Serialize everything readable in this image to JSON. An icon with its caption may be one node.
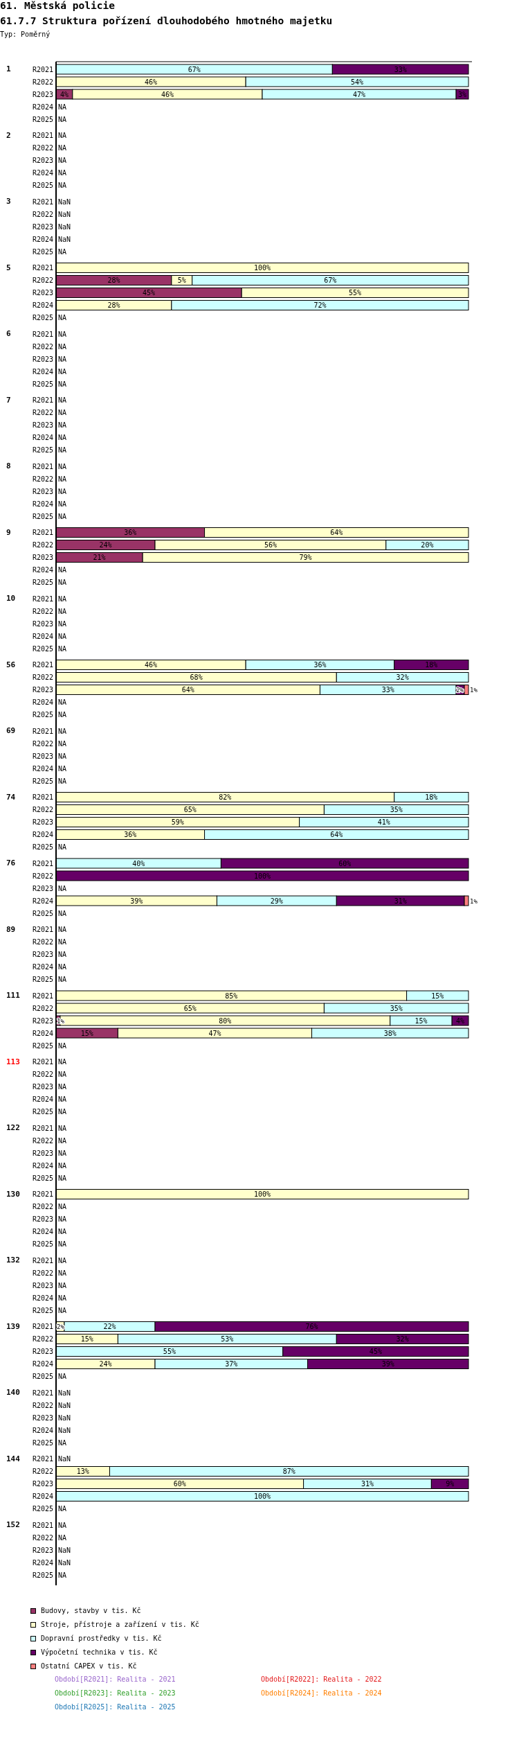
{
  "diagram": {
    "title": "61. Městská policie",
    "labels": [
      "Typ: Poměrný",
      "1",
      "2",
      "3",
      "5",
      "6",
      "7",
      "8",
      "9",
      "10",
      "56",
      "69",
      "74",
      "76",
      "89",
      "111",
      "113",
      "122",
      "130",
      "132",
      "139",
      "140",
      "144",
      "152",
      "Období[R2021]: Realita - 2021",
      "Období[R2022]: Realita - 2022",
      "Období[R2023]: Realita - 2023",
      "Období[R2024]: Realita - 2024",
      "Období[R2025]: Realita - 2025"
    ],
    "legend": [
      {
        "text": "Budovy, stavby v tis. Kč",
        "color": "#993366"
      },
      {
        "text": "Stroje, přístroje a zařízení v tis. Kč",
        "color": "#ffffcc"
      },
      {
        "text": "Dopravní prostředky v tis. Kč",
        "color": "#ccffff"
      },
      {
        "text": "Výpočetní technika v tis. Kč",
        "color": "#660066"
      },
      {
        "text": "Ostatní CAPEX v tis. Kč",
        "color": "#ff8080"
      }
    ],
    "chart_data": {
      "type": "bar",
      "orientation": "horizontal",
      "stacked": true,
      "title": "61.7.7 Struktura pořízení dlouhodobého hmotného majetku",
      "categories": [
        "R2021",
        "R2022",
        "R2023",
        "R2024",
        "R2025",
        "R2021",
        "R2022",
        "R2023",
        "R2024",
        "R2025",
        "R2021",
        "R2022",
        "R2023",
        "R2024",
        "R2025",
        "R2021",
        "R2022",
        "R2023",
        "R2024",
        "R2025",
        "R2021",
        "R2022",
        "R2023",
        "R2024",
        "R2025",
        "R2021",
        "R2022",
        "R2023",
        "R2024",
        "R2025",
        "R2021",
        "R2022",
        "R2023",
        "R2024",
        "R2025",
        "R2021",
        "R2022",
        "R2023",
        "R2024",
        "R2025",
        "R2021",
        "R2022",
        "R2023",
        "R2024",
        "R2025",
        "R2021",
        "R2022",
        "R2023",
        "R2024",
        "R2025",
        "R2021",
        "R2022",
        "R2023",
        "R2024",
        "R2025",
        "R2021",
        "R2022",
        "R2023",
        "R2024",
        "R2025",
        "R2021",
        "R2022",
        "R2023",
        "R2024",
        "R2025",
        "R2021",
        "R2022",
        "R2023",
        "R2024",
        "R2025",
        "R2021",
        "R2022",
        "R2023",
        "R2024",
        "R2025",
        "R2021",
        "R2022",
        "R2023",
        "R2024",
        "R2025",
        "R2021",
        "R2022",
        "R2023",
        "R2024",
        "R2025",
        "R2021",
        "R2022",
        "R2023",
        "R2024",
        "R2025",
        "R2021",
        "R2022",
        "R2023",
        "R2024",
        "R2025",
        "R2021",
        "R2022",
        "R2023",
        "R2024",
        "R2025",
        "R2021",
        "R2022",
        "R2023",
        "R2024",
        "R2025",
        "R2021",
        "R2022",
        "R2023",
        "R2024",
        "R2025",
        "R2021",
        "R2022",
        "R2023",
        "R2024",
        "R2025"
      ],
      "series": [
        {
          "color": "#993366",
          "values": [
            null,
            null,
            4,
            null,
            null,
            null,
            null,
            null,
            null,
            null,
            null,
            null,
            null,
            null,
            null,
            null,
            28,
            45,
            null,
            null,
            null,
            null,
            null,
            null,
            null,
            null,
            null,
            null,
            null,
            null,
            null,
            null,
            null,
            null,
            null,
            36,
            24,
            21,
            null,
            null,
            null,
            null,
            null,
            null,
            null,
            null,
            null,
            null,
            null,
            null,
            null,
            null,
            null,
            null,
            null,
            null,
            null,
            null,
            null,
            null,
            null,
            null,
            null,
            null,
            null,
            null,
            null,
            null,
            null,
            null,
            null,
            null,
            1,
            15,
            null,
            null,
            null,
            null,
            null,
            null,
            null,
            null,
            null,
            null,
            null,
            null,
            null,
            null,
            null,
            null,
            null,
            null,
            null,
            null,
            null,
            null,
            null,
            null,
            null,
            null,
            null,
            null,
            null,
            null,
            null,
            null,
            null,
            null,
            null,
            null,
            null,
            null,
            null,
            null,
            null
          ],
          "value_labels": [
            null,
            null,
            "4%",
            null,
            null,
            null,
            null,
            null,
            null,
            null,
            null,
            null,
            null,
            null,
            null,
            null,
            "28%",
            "45%",
            null,
            null,
            null,
            null,
            null,
            null,
            null,
            null,
            null,
            null,
            null,
            null,
            null,
            null,
            null,
            null,
            null,
            "36%",
            "24%",
            "21%",
            null,
            null,
            null,
            null,
            null,
            null,
            null,
            null,
            null,
            null,
            null,
            null,
            null,
            null,
            null,
            null,
            null,
            null,
            null,
            null,
            null,
            null,
            null,
            null,
            null,
            null,
            null,
            null,
            null,
            null,
            null,
            null,
            null,
            null,
            "1%",
            "15%",
            null,
            null,
            null,
            null,
            null,
            null,
            null,
            null,
            null,
            null,
            null,
            null,
            null,
            null,
            null,
            null,
            null,
            null,
            null,
            null,
            null,
            null,
            null,
            null,
            null,
            null,
            null,
            null,
            null,
            null,
            null,
            null,
            null,
            null,
            null,
            null,
            null,
            null,
            null,
            null,
            null
          ]
        },
        {
          "color": "#ffffcc",
          "values": [
            null,
            46,
            46,
            null,
            null,
            null,
            null,
            null,
            null,
            null,
            null,
            null,
            null,
            null,
            null,
            100,
            5,
            55,
            28,
            null,
            null,
            null,
            null,
            null,
            null,
            null,
            null,
            null,
            null,
            null,
            null,
            null,
            null,
            null,
            null,
            64,
            56,
            79,
            null,
            null,
            null,
            null,
            null,
            null,
            null,
            46,
            68,
            64,
            null,
            null,
            null,
            null,
            null,
            null,
            null,
            82,
            65,
            59,
            36,
            null,
            null,
            null,
            null,
            39,
            null,
            null,
            null,
            null,
            null,
            null,
            85,
            65,
            80,
            47,
            null,
            null,
            null,
            null,
            null,
            null,
            null,
            null,
            null,
            null,
            null,
            100,
            null,
            null,
            null,
            null,
            null,
            null,
            null,
            null,
            null,
            2,
            15,
            null,
            24,
            null,
            null,
            null,
            null,
            null,
            null,
            null,
            13,
            60,
            null,
            null,
            null,
            null,
            null,
            null,
            null
          ],
          "value_labels": [
            null,
            "46%",
            "46%",
            null,
            null,
            null,
            null,
            null,
            null,
            null,
            null,
            null,
            null,
            null,
            null,
            "100%",
            "5%",
            "55%",
            "28%",
            null,
            null,
            null,
            null,
            null,
            null,
            null,
            null,
            null,
            null,
            null,
            null,
            null,
            null,
            null,
            null,
            "64%",
            "56%",
            "79%",
            null,
            null,
            null,
            null,
            null,
            null,
            null,
            "46%",
            "68%",
            "64%",
            null,
            null,
            null,
            null,
            null,
            null,
            null,
            "82%",
            "65%",
            "59%",
            "36%",
            null,
            null,
            null,
            null,
            "39%",
            null,
            null,
            null,
            null,
            null,
            null,
            "85%",
            "65%",
            "80%",
            "47%",
            null,
            null,
            null,
            null,
            null,
            null,
            null,
            null,
            null,
            null,
            null,
            "100%",
            null,
            null,
            null,
            null,
            null,
            null,
            null,
            null,
            null,
            "2%",
            "15%",
            null,
            "24%",
            null,
            null,
            null,
            null,
            null,
            null,
            null,
            "13%",
            "60%",
            null,
            null,
            null,
            null,
            null,
            null,
            null
          ]
        },
        {
          "color": "#ccffff",
          "values": [
            67,
            54,
            47,
            null,
            null,
            null,
            null,
            null,
            null,
            null,
            null,
            null,
            null,
            null,
            null,
            null,
            67,
            null,
            72,
            null,
            null,
            null,
            null,
            null,
            null,
            null,
            null,
            null,
            null,
            null,
            null,
            null,
            null,
            null,
            null,
            null,
            20,
            null,
            null,
            null,
            null,
            null,
            null,
            null,
            null,
            36,
            32,
            33,
            null,
            null,
            null,
            null,
            null,
            null,
            null,
            18,
            35,
            41,
            64,
            null,
            40,
            null,
            null,
            29,
            null,
            null,
            null,
            null,
            null,
            null,
            15,
            35,
            15,
            38,
            null,
            null,
            null,
            null,
            null,
            null,
            null,
            null,
            null,
            null,
            null,
            null,
            null,
            null,
            null,
            null,
            null,
            null,
            null,
            null,
            null,
            22,
            53,
            55,
            37,
            null,
            null,
            null,
            null,
            null,
            null,
            null,
            87,
            31,
            100,
            null,
            null,
            null,
            null,
            null,
            null
          ],
          "value_labels": [
            "67%",
            "54%",
            "47%",
            null,
            null,
            null,
            null,
            null,
            null,
            null,
            null,
            null,
            null,
            null,
            null,
            null,
            "67%",
            null,
            "72%",
            null,
            null,
            null,
            null,
            null,
            null,
            null,
            null,
            null,
            null,
            null,
            null,
            null,
            null,
            null,
            null,
            null,
            "20%",
            null,
            null,
            null,
            null,
            null,
            null,
            null,
            null,
            "36%",
            "32%",
            "33%",
            null,
            null,
            null,
            null,
            null,
            null,
            null,
            "18%",
            "35%",
            "41%",
            "64%",
            null,
            "40%",
            null,
            null,
            "29%",
            null,
            null,
            null,
            null,
            null,
            null,
            "15%",
            "35%",
            "15%",
            "38%",
            null,
            null,
            null,
            null,
            null,
            null,
            null,
            null,
            null,
            null,
            null,
            null,
            null,
            null,
            null,
            null,
            null,
            null,
            null,
            null,
            null,
            "22%",
            "53%",
            "55%",
            "37%",
            null,
            null,
            null,
            null,
            null,
            null,
            null,
            "87%",
            "31%",
            "100%",
            null,
            null,
            null,
            null,
            null,
            null
          ]
        },
        {
          "color": "#660066",
          "values": [
            33,
            null,
            3,
            null,
            null,
            null,
            null,
            null,
            null,
            null,
            null,
            null,
            null,
            null,
            null,
            null,
            null,
            null,
            null,
            null,
            null,
            null,
            null,
            null,
            null,
            null,
            null,
            null,
            null,
            null,
            null,
            null,
            null,
            null,
            null,
            null,
            null,
            null,
            null,
            null,
            null,
            null,
            null,
            null,
            null,
            18,
            null,
            2,
            null,
            null,
            null,
            null,
            null,
            null,
            null,
            null,
            null,
            null,
            null,
            null,
            60,
            100,
            null,
            31,
            null,
            null,
            null,
            null,
            null,
            null,
            null,
            null,
            4,
            null,
            null,
            null,
            null,
            null,
            null,
            null,
            null,
            null,
            null,
            null,
            null,
            null,
            null,
            null,
            null,
            null,
            null,
            null,
            null,
            null,
            null,
            76,
            32,
            45,
            39,
            null,
            null,
            null,
            null,
            null,
            null,
            null,
            null,
            9,
            null,
            null,
            null,
            null,
            null,
            null,
            null
          ],
          "value_labels": [
            "33%",
            null,
            "3%",
            null,
            null,
            null,
            null,
            null,
            null,
            null,
            null,
            null,
            null,
            null,
            null,
            null,
            null,
            null,
            null,
            null,
            null,
            null,
            null,
            null,
            null,
            null,
            null,
            null,
            null,
            null,
            null,
            null,
            null,
            null,
            null,
            null,
            null,
            null,
            null,
            null,
            null,
            null,
            null,
            null,
            null,
            "18%",
            null,
            "2%",
            null,
            null,
            null,
            null,
            null,
            null,
            null,
            null,
            null,
            null,
            null,
            null,
            "60%",
            "100%",
            null,
            "31%",
            null,
            null,
            null,
            null,
            null,
            null,
            null,
            null,
            "4%",
            null,
            null,
            null,
            null,
            null,
            null,
            null,
            null,
            null,
            null,
            null,
            null,
            null,
            null,
            null,
            null,
            null,
            null,
            null,
            null,
            null,
            null,
            "76%",
            "32%",
            "45%",
            "39%",
            null,
            null,
            null,
            null,
            null,
            null,
            null,
            null,
            "9%",
            null,
            null,
            null,
            null,
            null,
            null,
            null
          ]
        },
        {
          "color": "#ff8080",
          "values": [
            null,
            null,
            null,
            null,
            null,
            null,
            null,
            null,
            null,
            null,
            null,
            null,
            null,
            null,
            null,
            null,
            null,
            null,
            null,
            null,
            null,
            null,
            null,
            null,
            null,
            null,
            null,
            null,
            null,
            null,
            null,
            null,
            null,
            null,
            null,
            null,
            null,
            null,
            null,
            null,
            null,
            null,
            null,
            null,
            null,
            null,
            null,
            1,
            null,
            null,
            null,
            null,
            null,
            null,
            null,
            null,
            null,
            null,
            null,
            null,
            null,
            null,
            null,
            1,
            null,
            null,
            null,
            null,
            null,
            null,
            null,
            null,
            null,
            null,
            null,
            null,
            null,
            null,
            null,
            null,
            null,
            null,
            null,
            null,
            null,
            null,
            null,
            null,
            null,
            null,
            null,
            null,
            null,
            null,
            null,
            null,
            null,
            null,
            null,
            null,
            null,
            null,
            null,
            null,
            null,
            null,
            null,
            null,
            null,
            null,
            null,
            null,
            null,
            null,
            null
          ],
          "value_labels": [
            null,
            null,
            null,
            null,
            null,
            null,
            null,
            null,
            null,
            null,
            null,
            null,
            null,
            null,
            null,
            null,
            null,
            null,
            null,
            null,
            null,
            null,
            null,
            null,
            null,
            null,
            null,
            null,
            null,
            null,
            null,
            null,
            null,
            null,
            null,
            null,
            null,
            null,
            null,
            null,
            null,
            null,
            null,
            null,
            null,
            null,
            null,
            "1%",
            null,
            null,
            null,
            null,
            null,
            null,
            null,
            null,
            null,
            null,
            null,
            null,
            null,
            null,
            null,
            "1%",
            null,
            null,
            null,
            null,
            null,
            null,
            null,
            null,
            null,
            null,
            null,
            null,
            null,
            null,
            null,
            null,
            null,
            null,
            null,
            null,
            null,
            null,
            null,
            null,
            null,
            null,
            null,
            null,
            null,
            null,
            null,
            null,
            null,
            null,
            null,
            null,
            null,
            null,
            null,
            null,
            null,
            null,
            null,
            null,
            null,
            null,
            null,
            null,
            null,
            null,
            null
          ]
        }
      ],
      "annotations": [
        "NA",
        "NA",
        "NA",
        "NA",
        "NA",
        "NA",
        "NA",
        "NaN",
        "NaN",
        "NaN",
        "NaN",
        "NA",
        "NA",
        "NA",
        "NA",
        "NA",
        "NA",
        "NA",
        "NA",
        "NA",
        "NA",
        "NA",
        "NA",
        "NA",
        "NA",
        "NA",
        "NA",
        "NA",
        "NA",
        "NA",
        "NA",
        "NA",
        "NA",
        "NA",
        "NA",
        "NA",
        "NA",
        "NA",
        "NA",
        "NA",
        "NA",
        "NA",
        "NA",
        "NA",
        "NA",
        "NA",
        "NA",
        "NA",
        "NA",
        "NA",
        "NA",
        "NA",
        "NA",
        "NA",
        "NA",
        "NA",
        "NA",
        "NA",
        "NA",
        "NA",
        "NA",
        "NA",
        "NA",
        "NA",
        "NA",
        "NA",
        "NA",
        "NA",
        "NA",
        "NA",
        "NA",
        "NaN",
        "NaN",
        "NaN",
        "NaN",
        "NA",
        "NaN",
        "NA",
        "NA",
        "NA",
        "NaN",
        "NaN",
        "NA"
      ]
    }
  }
}
